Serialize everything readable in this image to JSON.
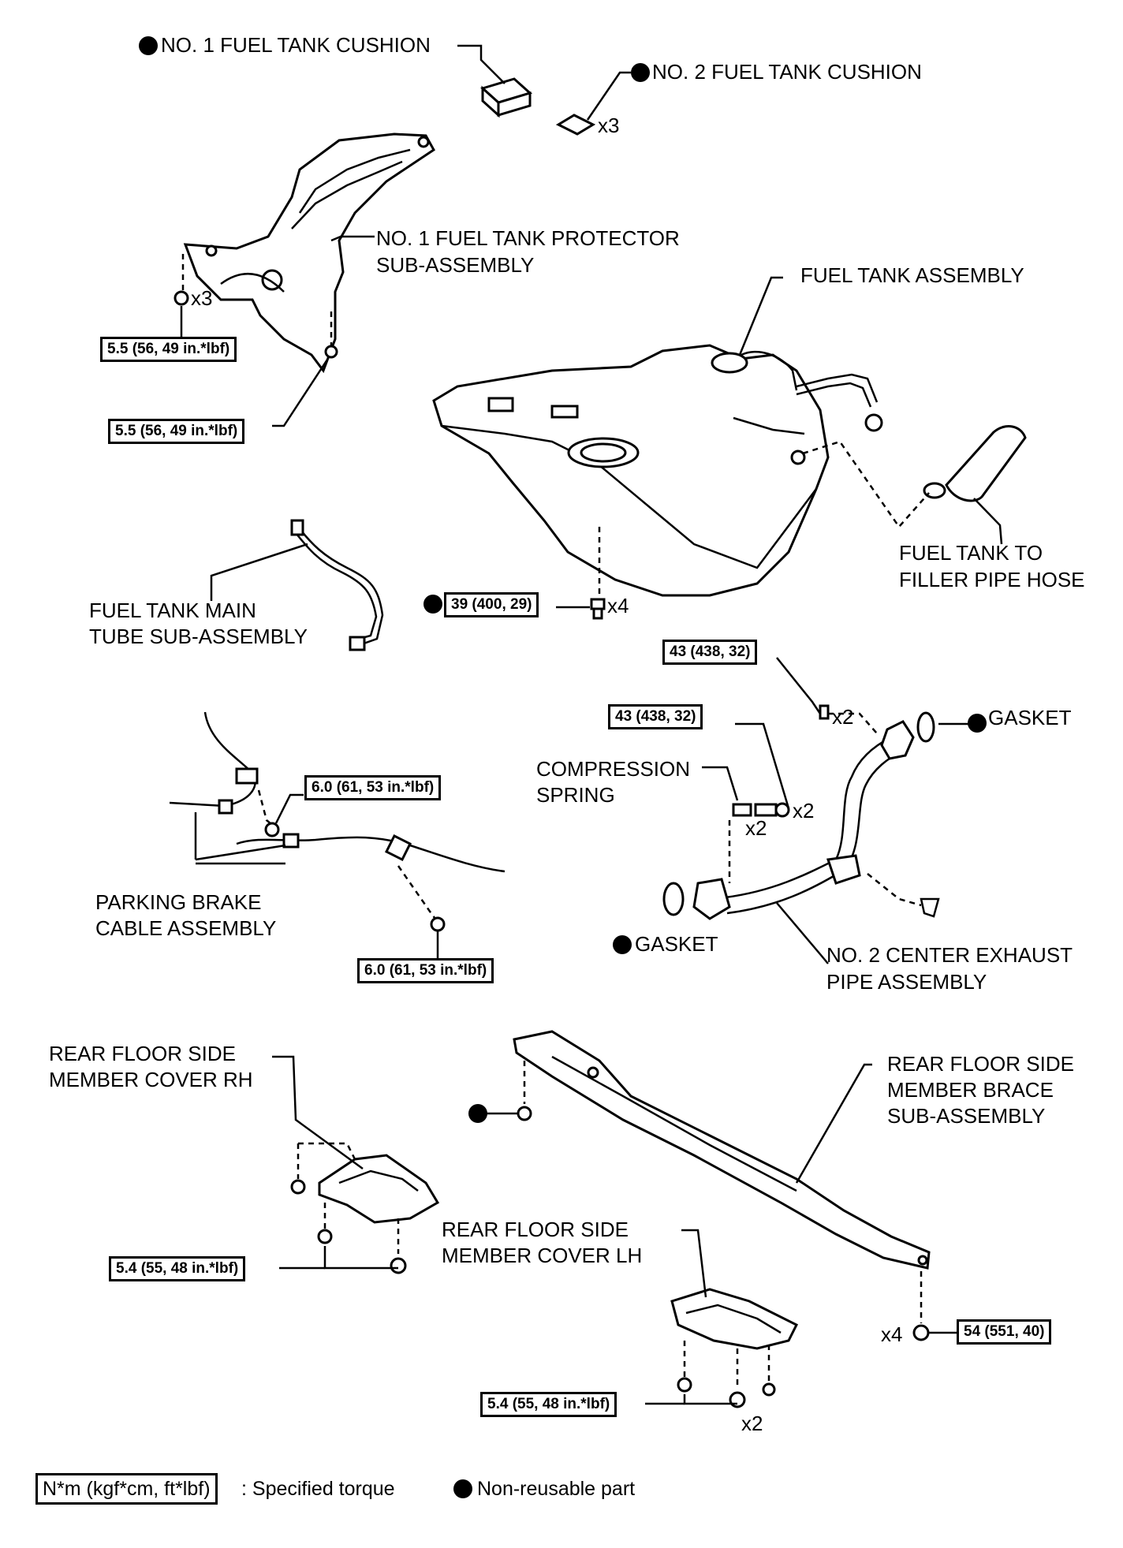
{
  "labels": {
    "cushion1": "NO. 1 FUEL TANK CUSHION",
    "cushion2": "NO. 2 FUEL TANK CUSHION",
    "protector_l1": "NO. 1 FUEL TANK PROTECTOR",
    "protector_l2": "SUB-ASSEMBLY",
    "tank": "FUEL TANK ASSEMBLY",
    "filler_l1": "FUEL TANK TO",
    "filler_l2": "FILLER PIPE HOSE",
    "main_tube_l1": "FUEL TANK MAIN",
    "main_tube_l2": "TUBE SUB-ASSEMBLY",
    "spring_l1": "COMPRESSION",
    "spring_l2": "SPRING",
    "gasket": "GASKET",
    "parking_l1": "PARKING BRAKE",
    "parking_l2": "CABLE ASSEMBLY",
    "exhaust_l1": "NO. 2 CENTER EXHAUST",
    "exhaust_l2": "PIPE ASSEMBLY",
    "cover_rh_l1": "REAR FLOOR SIDE",
    "cover_rh_l2": "MEMBER COVER RH",
    "brace_l1": "REAR FLOOR SIDE",
    "brace_l2": "MEMBER BRACE",
    "brace_l3": "SUB-ASSEMBLY",
    "cover_lh_l1": "REAR FLOOR SIDE",
    "cover_lh_l2": "MEMBER COVER LH"
  },
  "torques": {
    "protector_a": "5.5 (56, 49 in.*lbf)",
    "protector_b": "5.5 (56, 49 in.*lbf)",
    "tank_bolt": "39 (400, 29)",
    "exhaust_a": "43 (438, 32)",
    "exhaust_b": "43 (438, 32)",
    "cable_a": "6.0 (61, 53 in.*lbf)",
    "cable_b": "6.0 (61, 53 in.*lbf)",
    "cover_rh": "5.4 (55, 48 in.*lbf)",
    "brace": "54 (551, 40)",
    "cover_lh": "5.4 (55, 48 in.*lbf)"
  },
  "quantities": {
    "cushion2": "x3",
    "protector": "x3",
    "tank": "x4",
    "exhaust_top": "x2",
    "exhaust_bolt": "x2",
    "spring": "x2",
    "brace": "x4",
    "cover_lh": "x2"
  },
  "legend": {
    "torque_unit": "N*m (kgf*cm, ft*lbf)",
    "torque_text": ": Specified torque",
    "nonreusable_text": "Non-reusable part"
  }
}
